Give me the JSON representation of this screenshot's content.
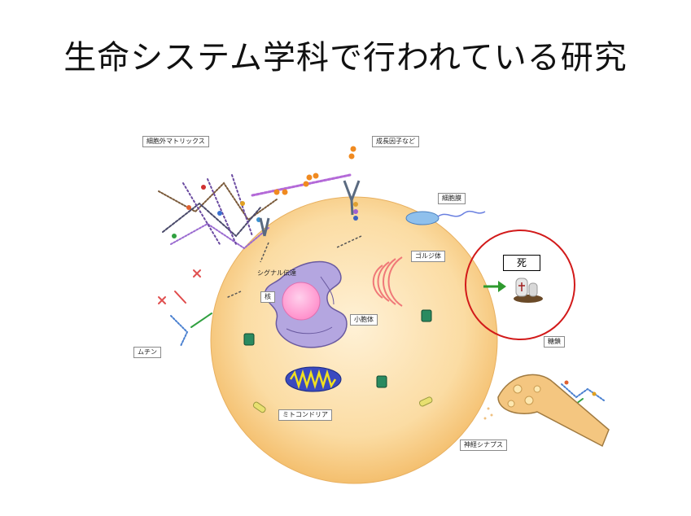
{
  "title": "生命システム学科で行われている研究",
  "labels": {
    "ecm": "細胞外マトリックス",
    "growth_factor": "成長因子など",
    "cell_membrane": "細胞膜",
    "golgi": "ゴルジ体",
    "signaling": "シグナル伝達",
    "nucleus": "核",
    "er": "小胞体",
    "sugar_chain": "糖鎖",
    "mucin": "ムチン",
    "mitochondria": "ミトコンドリア",
    "synapse": "神経シナプス",
    "death": "死"
  },
  "colors": {
    "cell_body": "#fbdca3",
    "nucleus": "#ff9cd2",
    "golgi_er": "#b4a6e0",
    "highlight_circle": "#d21a1a",
    "arrow": "#2e9a2e"
  },
  "icons": {
    "grave": "grave-icon"
  }
}
